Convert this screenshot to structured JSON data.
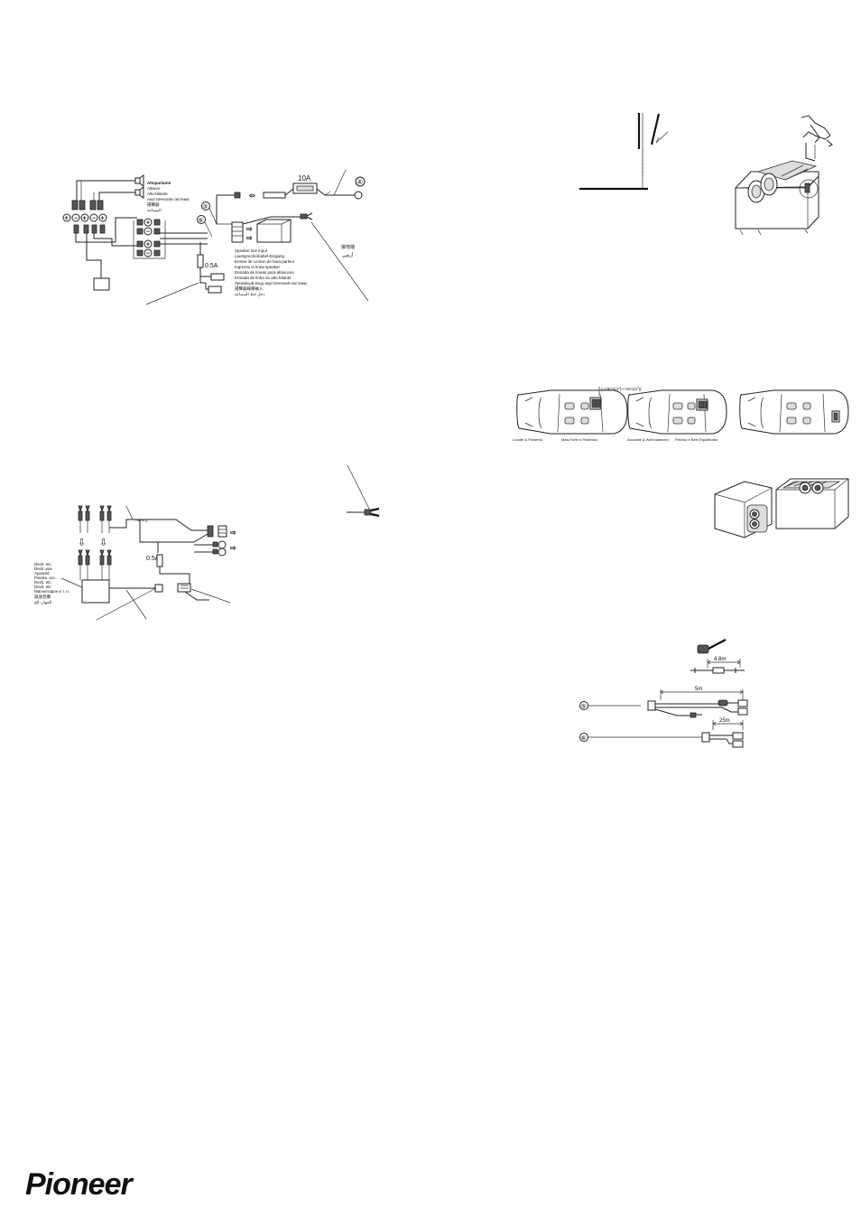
{
  "brand": {
    "logo": "Pioneer"
  },
  "diagram1": {
    "speaker_labels": [
      "Altoparlante",
      "Altavoz",
      "Alto-falante",
      "Акустическая система",
      "揚聲器",
      "السماعة"
    ],
    "fuse_top": "10A",
    "fuse_small": "0.5A",
    "marker_4": "④",
    "marker_5": "⑤",
    "marker_6": "⑥",
    "ground_labels": [
      "接地端",
      "أرضي"
    ],
    "speaker_input_labels": [
      "Speaker line input",
      "Lautsprecherkabel-Eingang",
      "Entrée de cordon de haut-parleur",
      "Ingresso in linea speaker",
      "Entrada de líneas para altavoces",
      "Entrada de linha do alto-falante",
      "Линейный вход акустической системы",
      "揚聲器線路輸入",
      "دخل خط السماعة"
    ]
  },
  "diagram2": {
    "fuse_small": "0.5A",
    "deck_labels": [
      "Deck, etc",
      "Deck usw.",
      "Appareil",
      "Piastra, ecc.",
      "Deck, etc",
      "Deck, etc",
      "Магнитофон и т. п.",
      "錄放音機",
      "الجهاز، إلخ"
    ]
  },
  "car_layout": {
    "dimension_label": "(~18cm(4\")~/ 6cm(4\"))",
    "captions": [
      "Louder & Powerful",
      "Mais Forte e Poderoso",
      "Accurate & Well balanced",
      "Preciso e Bem Equilibrado"
    ]
  },
  "cable_dims": {
    "fuse_length": "4.8m",
    "cable5_length": "5m",
    "cable6_length": "25m",
    "marker_5": "⑤",
    "marker_6": "⑥"
  }
}
